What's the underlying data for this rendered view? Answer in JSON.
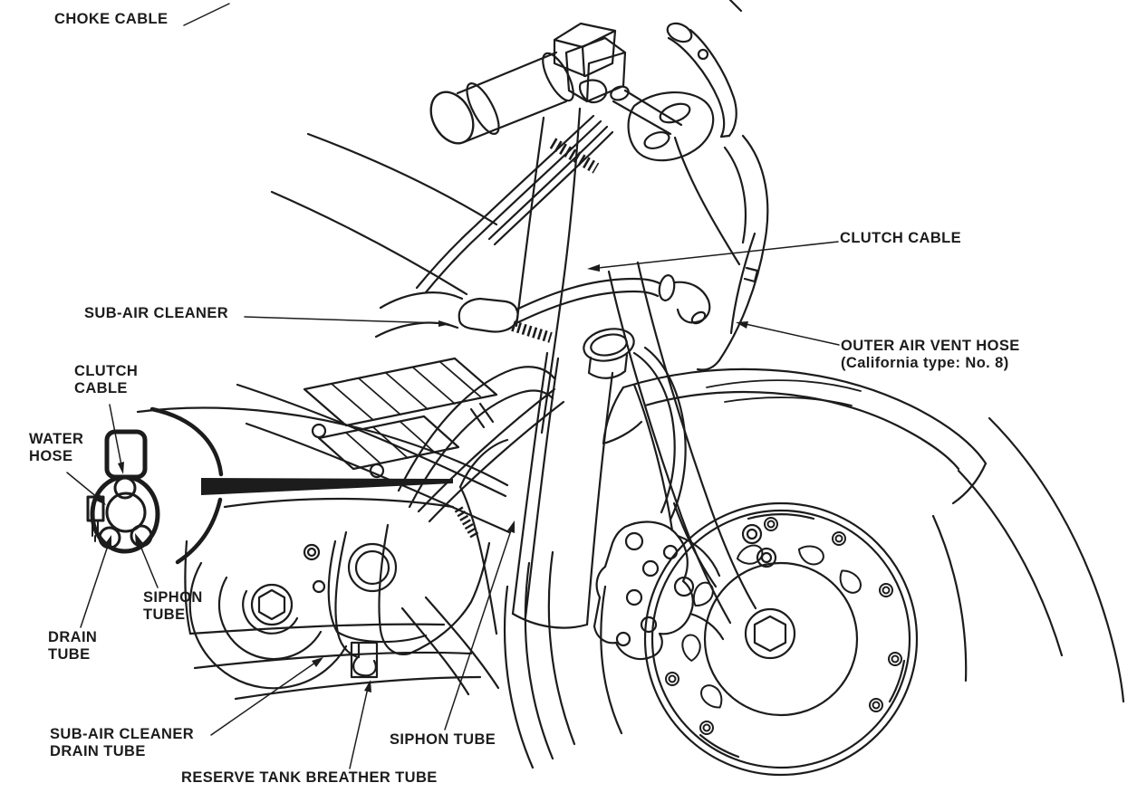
{
  "page": {
    "background": "#ffffff",
    "ink": "#1c1c1c"
  },
  "figure": {
    "type": "technical-line-illustration",
    "subject": "Motorcycle front section cable and hose routing",
    "view": "Front-left three-quarter line drawing with magnified clamp inset"
  },
  "labels": {
    "choke_cable": "CHOKE CABLE",
    "clutch_cable": "CLUTCH CABLE",
    "sub_air_cleaner": "SUB-AIR CLEANER",
    "outer_air_vent_hose": "OUTER AIR VENT HOSE",
    "outer_air_vent_hose_note": "(California type: No. 8)",
    "inset": {
      "clutch_line1": "CLUTCH",
      "clutch_line2": "CABLE",
      "water_line1": "WATER",
      "water_line2": "HOSE",
      "siphon_line1": "SIPHON",
      "siphon_line2": "TUBE",
      "drain_line1": "DRAIN",
      "drain_line2": "TUBE"
    },
    "bottom": {
      "sub_air_drain_line1": "SUB-AIR CLEANER",
      "sub_air_drain_line2": "DRAIN TUBE",
      "reserve_tank_breather_tube": "RESERVE TANK BREATHER TUBE",
      "siphon_tube": "SIPHON TUBE"
    }
  }
}
